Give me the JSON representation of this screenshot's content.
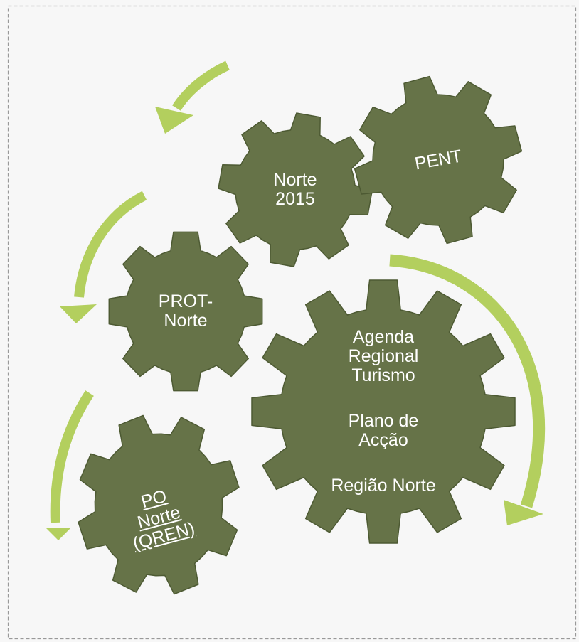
{
  "colors": {
    "gear_fill": "#667348",
    "gear_stroke": "#4d5a33",
    "arrow": "#b3cf5e",
    "background": "#f7f7f7",
    "frame": "#999999"
  },
  "icons": [
    "gear-icon",
    "curved-arrow-icon"
  ],
  "gears": {
    "norte2015": {
      "label": "Norte\n2015"
    },
    "pent": {
      "label": "PENT"
    },
    "prot": {
      "label": "PROT-\nNorte"
    },
    "agenda": {
      "line1": "Agenda\nRegional\nTurismo",
      "line2": "Plano de\nAcção",
      "line3": "Região Norte"
    },
    "po": {
      "label": "PO\nNorte\n(QREN)"
    }
  }
}
